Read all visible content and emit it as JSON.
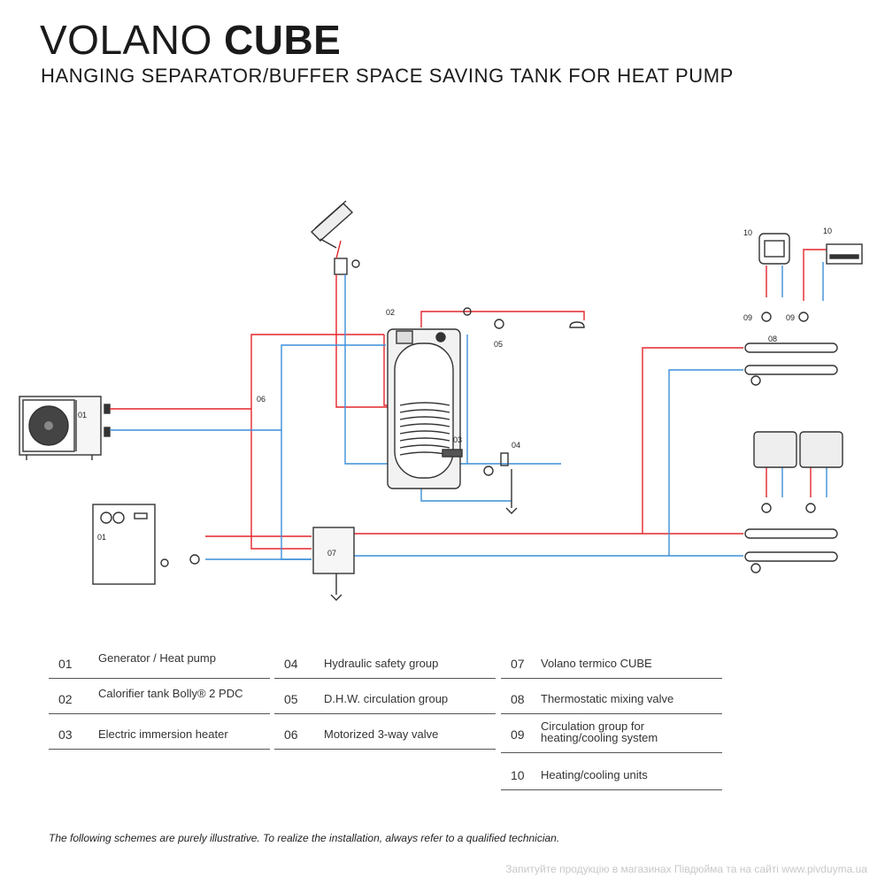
{
  "header": {
    "title_light": "VOLANO ",
    "title_bold": "CUBE",
    "subtitle": "HANGING SEPARATOR/BUFFER SPACE SAVING TANK FOR HEAT PUMP"
  },
  "diagram": {
    "labels": {
      "heat_pump": "01",
      "generator": "01",
      "tank": "02",
      "heater": "03",
      "safety": "04",
      "dhw": "05",
      "valve": "06",
      "cube": "07",
      "mixing": "08",
      "circ_top": "09",
      "circ_top2": "09",
      "unit_a": "10",
      "unit_b": "10"
    },
    "colors": {
      "hot": "#e3262c",
      "cold": "#3b8fd8",
      "line": "#333333"
    }
  },
  "legend": [
    {
      "num": "01",
      "text": "Generator / Heat pump"
    },
    {
      "num": "02",
      "text": "Calorifier tank Bolly® 2 PDC"
    },
    {
      "num": "03",
      "text": "Electric immersion heater"
    },
    {
      "num": "04",
      "text": "Hydraulic safety group"
    },
    {
      "num": "05",
      "text": "D.H.W. circulation group"
    },
    {
      "num": "06",
      "text": "Motorized 3-way valve"
    },
    {
      "num": "07",
      "text": "Volano termico CUBE"
    },
    {
      "num": "08",
      "text": "Thermostatic mixing valve"
    },
    {
      "num": "09",
      "text": "Circulation group for heating/cooling system"
    },
    {
      "num": "10",
      "text": "Heating/cooling units"
    }
  ],
  "disclaimer": "The following schemes are purely illustrative. To realize the installation, always refer to a qualified technician.",
  "footer": "Запитуйте продукцію в магазинах Півдюйма та на сайті www.pivduyma.ua"
}
